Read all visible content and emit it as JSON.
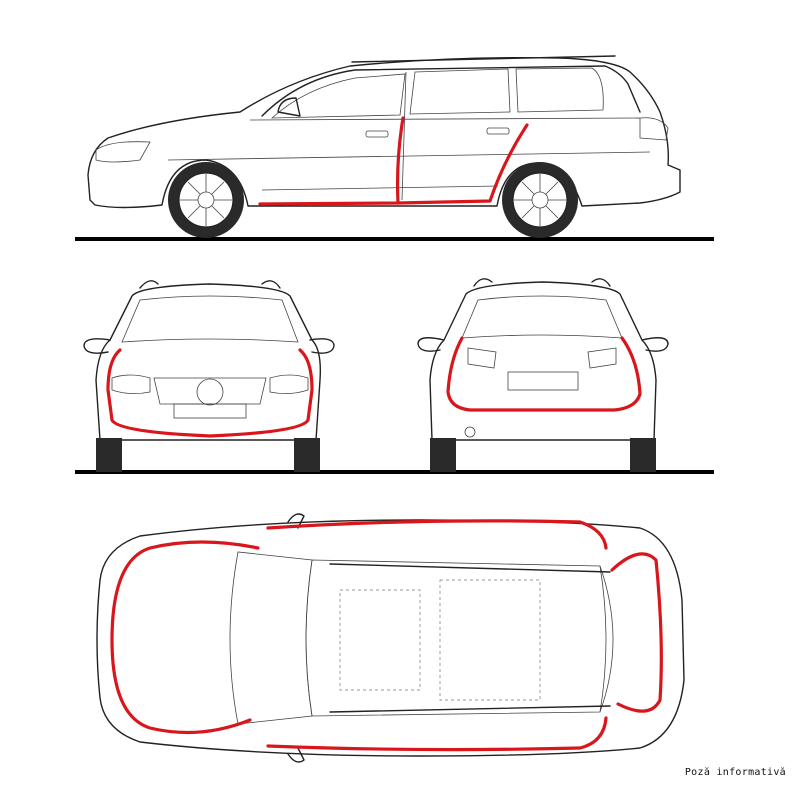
{
  "caption": "Poză informativă",
  "colors": {
    "line": "#222222",
    "seal": "#d9161c",
    "ground": "#000000",
    "tyre": "#2a2a2a"
  },
  "views": [
    "side",
    "front",
    "rear",
    "top"
  ]
}
